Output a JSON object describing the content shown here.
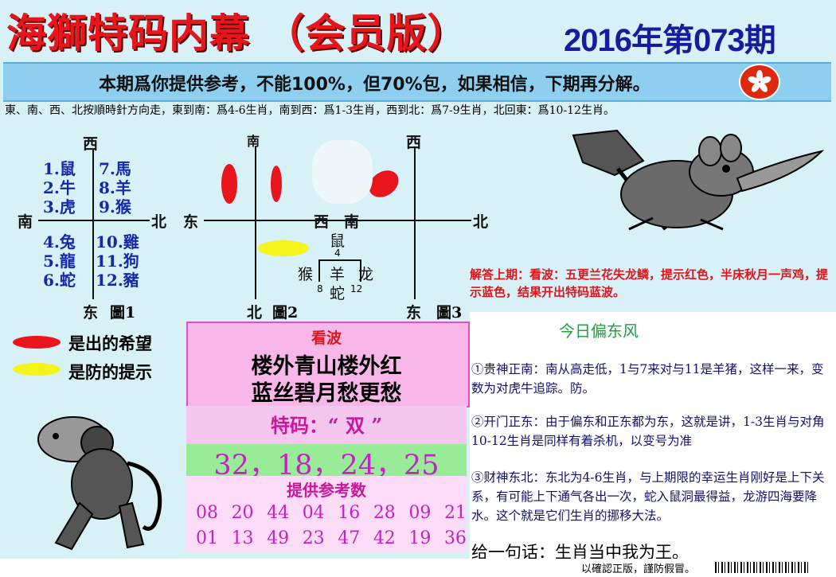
{
  "header": {
    "title": "海獅特码内幕 （会员版）",
    "issue": "2016年第073期"
  },
  "banner": {
    "text": "本期爲你提供参考，不能100%，但70%包，如果相信，下期再分解。"
  },
  "directions_text": "東、南、西、北按順時針方向走，東到南：爲4-6生肖，南到西：爲1-3生肖，西到北：爲7-9生肖，北回東：爲10-12生肖。",
  "figure1": {
    "west": "西",
    "south": "南",
    "north": "北",
    "east": "东",
    "label": "圖1",
    "items": [
      "1.鼠",
      "2.牛",
      "3.虎",
      "4.兔",
      "5.龍",
      "6.蛇",
      "7.馬",
      "8.羊",
      "9.猴",
      "10.雞",
      "11.狗",
      "12.豬"
    ]
  },
  "figure2": {
    "south": "南",
    "east": "东",
    "west": "西",
    "north": "北",
    "label": "圖2",
    "center_top": "鼠",
    "center_num": "4",
    "left": "猴",
    "middle": "羊",
    "right": "龙",
    "bottom": "蛇",
    "num_left": "8",
    "num_right": "12"
  },
  "figure3": {
    "west": "西",
    "south": "南",
    "north": "北",
    "east": "东",
    "label": "圖3"
  },
  "legend": {
    "red_label": "是出的希望",
    "yellow_label": "是防的提示",
    "red_color": "#e8161c",
    "yellow_color": "#f4f41a"
  },
  "center": {
    "look_label": "看波",
    "poem_line1": "楼外青山楼外红",
    "poem_line2": "蓝丝碧月愁更愁",
    "special_label": "特码：“ 双 ”",
    "special_numbers": "32，18，24，25",
    "reference_label": "提供参考数",
    "ref_row1": [
      "08",
      "20",
      "44",
      "04",
      "16",
      "28",
      "09",
      "21"
    ],
    "ref_row2": [
      "01",
      "13",
      "49",
      "23",
      "47",
      "42",
      "19",
      "36"
    ]
  },
  "right": {
    "answer": "解答上期：看波：五更兰花失龙鳞，提示红色，半床秋月一声鸡，提示蓝色，结果开出特码蓝波。",
    "wind": "今日偏东风",
    "para1": "①贵神正南：南从高走低，1与7来对与11是羊猪，这样一来，变数为对虎牛追踪。防。",
    "para2": "②开门正东：由于偏东和正东都为东，这就是讲，1-3生肖与对角10-12生肖是同样有着杀机，以变号为准",
    "para3": "③财神东北：东北为4-6生肖，与上期限的幸运生肖刚好是上下关系，有可能上下通气各出一次，蛇入鼠洞最得益，龙游四海要降水。这个就是它们生肖的挪移大法。",
    "summary": "给一句话：生肖当中我为王。",
    "footer": "以確認正版，謹防假冒。"
  }
}
